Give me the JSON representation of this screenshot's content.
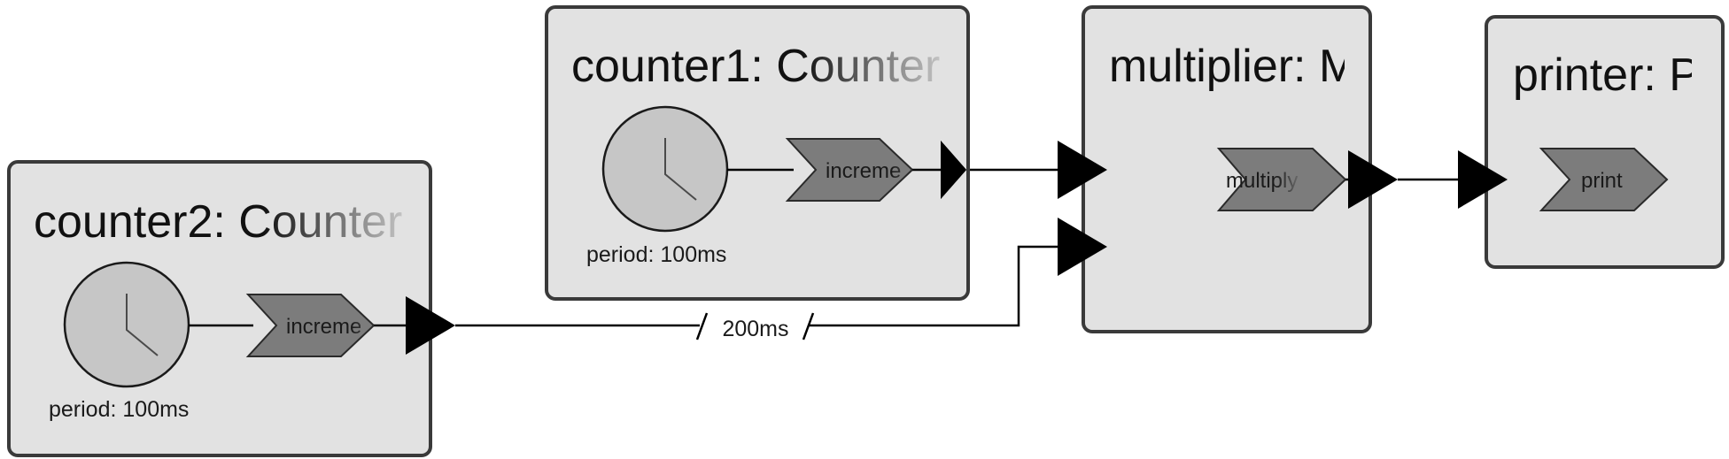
{
  "colors": {
    "reactor_fill": "#e2e2e2",
    "reactor_border": "#3a3a3a",
    "reaction_fill": "#7c7c7c",
    "timer_fill": "#c6c6c6",
    "connection": "#000000"
  },
  "reactors": {
    "counter1": {
      "title": "counter1: Counter",
      "reaction_label": "increment",
      "timer_label": "period: 100ms"
    },
    "counter2": {
      "title": "counter2: Counter",
      "reaction_label": "increment",
      "timer_label": "period: 100ms"
    },
    "multiplier": {
      "title": "multiplier: Multiplier",
      "reaction_label": "multiply"
    },
    "printer": {
      "title": "printer: Printer",
      "reaction_label": "print"
    }
  },
  "connections": {
    "delayed": {
      "label": "200ms"
    }
  },
  "icons": {
    "timer": "clock-icon",
    "port": "triangle-port-icon"
  }
}
